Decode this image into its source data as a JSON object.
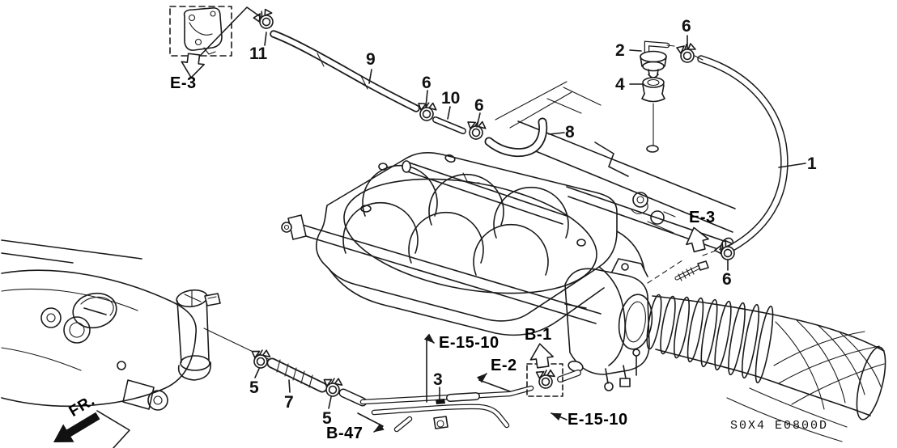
{
  "figure": {
    "code": "S0X4 E0800D",
    "front_marker": "FR."
  },
  "callouts": {
    "n1": "1",
    "n2": "2",
    "n3": "3",
    "n4": "4",
    "n5a": "5",
    "n5b": "5",
    "n6a": "6",
    "n6b": "6",
    "n6c": "6",
    "n6d": "6",
    "n7": "7",
    "n8": "8",
    "n9": "9",
    "n10": "10",
    "n11": "11"
  },
  "refs": {
    "e3_top": "E-3",
    "e3_right": "E-3",
    "b1": "B-1",
    "e2": "E-2",
    "e15_10_top": "E-15-10",
    "e15_10_bottom": "E-15-10",
    "b47": "B-47"
  },
  "colors": {
    "line": "#1a1a1a",
    "background": "#ffffff"
  }
}
